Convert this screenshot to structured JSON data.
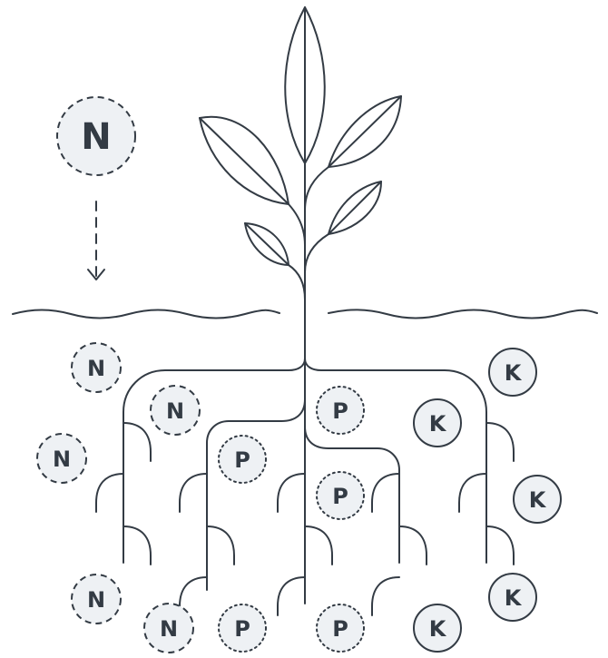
{
  "nutrients": {
    "n_label": "N",
    "p_label": "P",
    "k_label": "K"
  },
  "colors": {
    "stroke": "#333b44",
    "nutrient_fill": "#eef1f4",
    "background": "#ffffff"
  },
  "legend_styles": {
    "N": "dashed",
    "P": "dotted",
    "K": "solid"
  }
}
